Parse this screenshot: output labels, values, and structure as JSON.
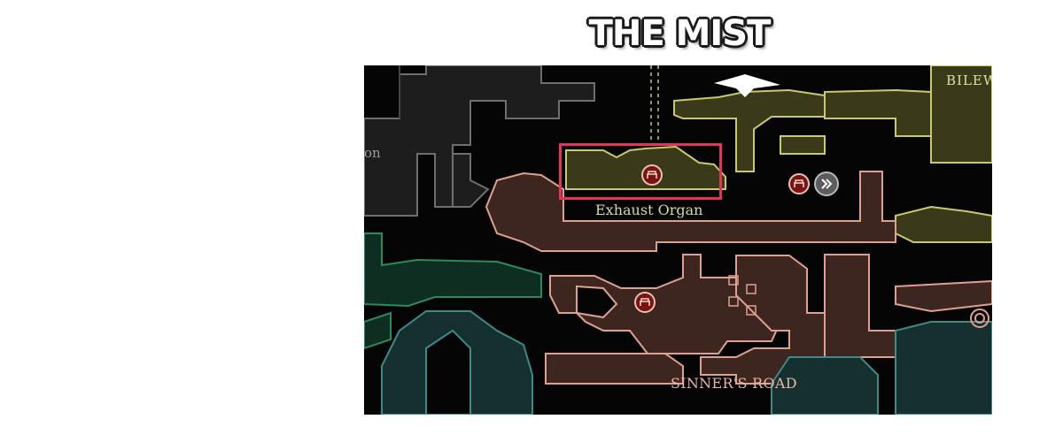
{
  "title": "THE MIST",
  "map": {
    "areas": {
      "exhaust_organ": "Exhaust Organ",
      "sinners_road": "SINNER'S ROAD",
      "bilewater_partial": "BILEW",
      "partial_left": "on"
    },
    "markers": [
      {
        "type": "bench",
        "name": "bench-icon"
      },
      {
        "type": "bench",
        "name": "bench-icon"
      },
      {
        "type": "bench",
        "name": "bench-icon"
      },
      {
        "type": "fast-travel",
        "name": "fast-travel-icon"
      }
    ],
    "colors": {
      "background": "#050505",
      "yellow_zone": "#3a3a1a",
      "yellow_outline": "#c9c96e",
      "red_zone": "#3d2620",
      "red_outline": "#e0a090",
      "green_zone": "#0f2e22",
      "teal_zone": "#16302f",
      "grey_zone": "#1e1e1e",
      "highlight": "#e2355a"
    }
  }
}
